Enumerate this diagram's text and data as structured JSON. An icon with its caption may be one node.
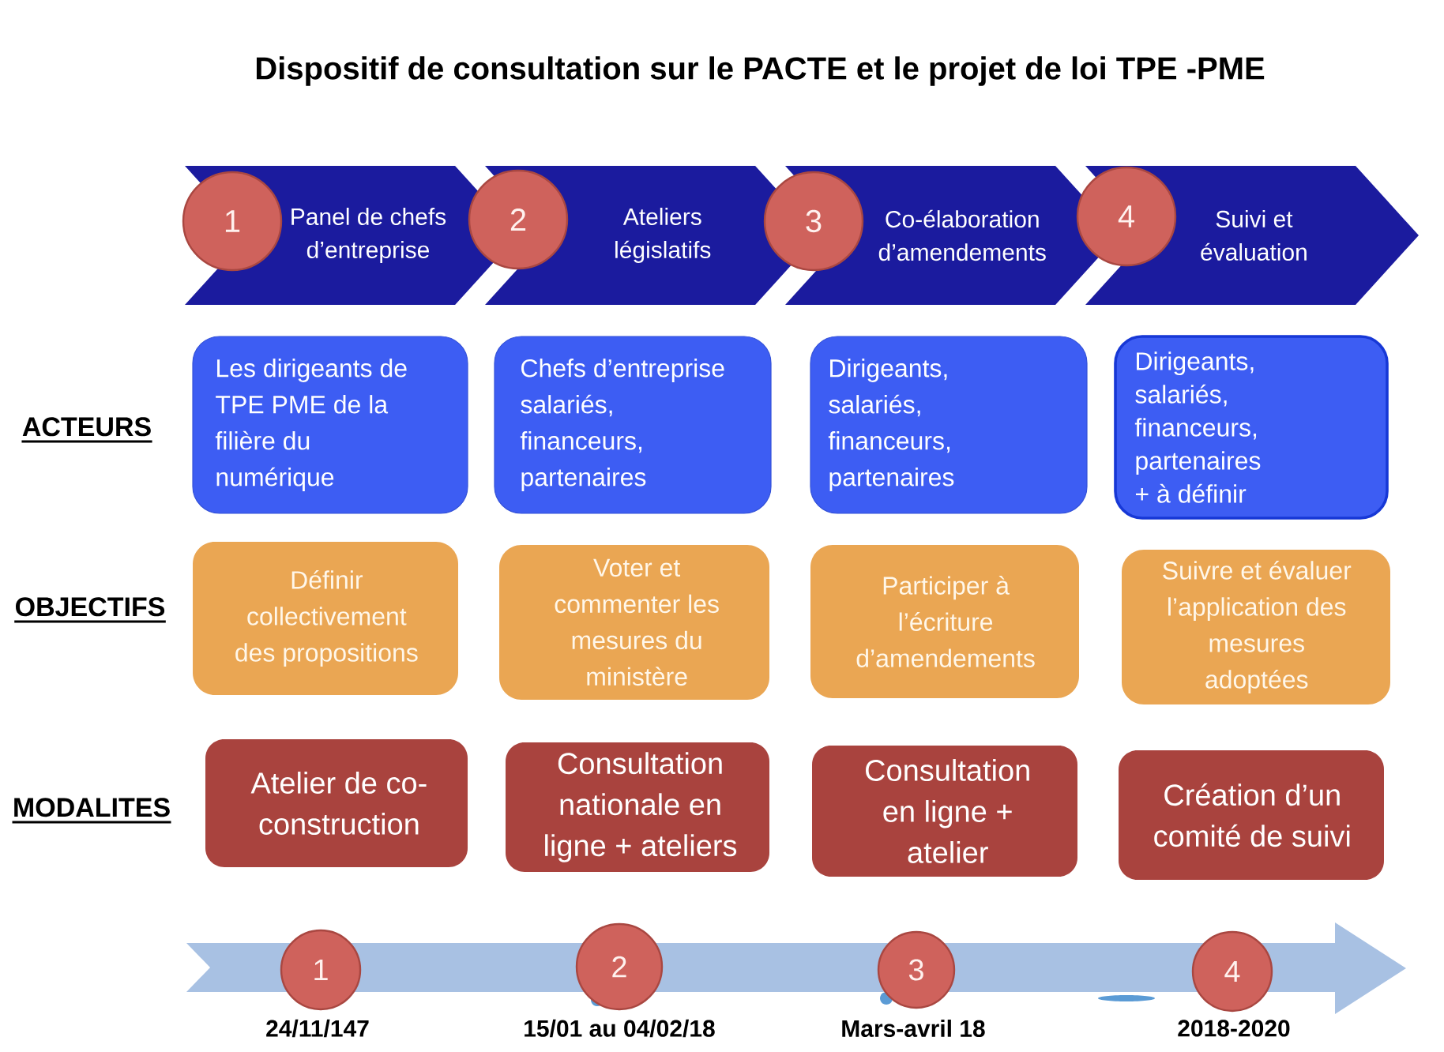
{
  "diagram": {
    "title": "Dispositif de consultation sur le PACTE et le projet de loi TPE -PME",
    "nodes": [
      {
        "text": [
          "Panel de chefs d’entreprise"
        ]
      },
      {
        "text": [
          "Ateliers législatifs"
        ]
      },
      {
        "text": [
          "Co-élaboration d’amendements"
        ]
      },
      {
        "text": [
          "Suivi et évaluation"
        ]
      },
      {
        "text": [
          "1"
        ]
      },
      {
        "text": [
          "2"
        ]
      },
      {
        "text": [
          "3"
        ]
      },
      {
        "text": [
          "4"
        ]
      },
      {
        "text": [
          "Les dirigeants de TPE PME de la filière du numérique"
        ]
      },
      {
        "text": [
          "Chefs d’entreprise salariés, financeurs, partenaires"
        ]
      },
      {
        "text": [
          "Dirigeants, salariés, financeurs, partenaires"
        ]
      },
      {
        "text": [
          "Dirigeants, salariés, financeurs, partenaires + à définir"
        ]
      },
      {
        "text": [
          "Définir collectivement des propositions"
        ]
      },
      {
        "text": [
          "Voter et commenter les mesures du ministère"
        ]
      },
      {
        "text": [
          "Participer à l’écriture d’amendements"
        ]
      },
      {
        "text": [
          "Suivre et évaluer l’application des mesures adoptées"
        ]
      },
      {
        "text": [
          "Atelier de co-construction"
        ]
      },
      {
        "text": [
          "Consultation nationale en ligne + ateliers"
        ]
      },
      {
        "text": [
          "Consultation en ligne + atelier"
        ]
      },
      {
        "text": [
          "Création d’un comité de suivi"
        ]
      },
      {
        "text": [
          "1"
        ],
        "beside": [
          "24/11/147"
        ]
      },
      {
        "text": [
          "2"
        ],
        "beside": [
          "15/01 au 04/02/18"
        ]
      },
      {
        "text": [
          "3"
        ],
        "beside": [
          "Mars-avril 18"
        ]
      },
      {
        "text": [
          "4"
        ],
        "beside": [
          "2018-2020"
        ]
      }
    ],
    "labels": [
      "ACTEURS",
      "OBJECTIFS",
      "MODALITES"
    ]
  }
}
